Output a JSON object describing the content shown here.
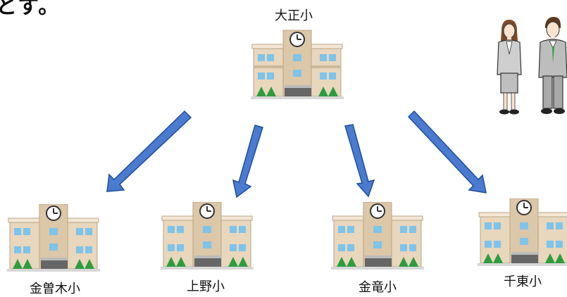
{
  "header": {
    "clipped_text": "とす。"
  },
  "diagram": {
    "source": {
      "label": "大正小"
    },
    "targets": [
      {
        "label": "金曽木小"
      },
      {
        "label": "上野小"
      },
      {
        "label": "金竜小"
      },
      {
        "label": "千東小"
      }
    ],
    "colors": {
      "arrow_fill": "#4a7bd0",
      "arrow_stroke": "#1f4e9a",
      "building": "#e8d6bd",
      "building_shadow": "#cdb89a",
      "window": "#7ec3ea",
      "tree": "#2e9b3f"
    }
  },
  "people": {
    "icons": [
      "female-teacher-icon",
      "male-teacher-icon"
    ]
  }
}
